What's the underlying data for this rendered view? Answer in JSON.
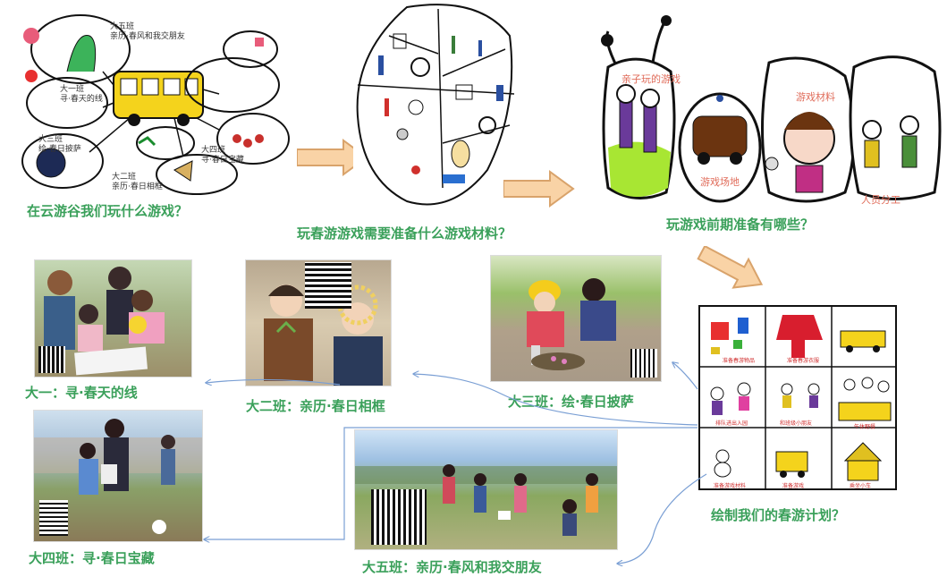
{
  "captions": {
    "step1": "在云游谷我们玩什么游戏？",
    "step2": "玩春游游戏需要准备什么游戏材料？",
    "step3": "玩游戏前期准备有哪些？",
    "step4": "绘制我们的春游计划？",
    "class1": "大一：寻·春天的线",
    "class2": "大二班：亲历·春日相框",
    "class3": "大三班：绘·春日披萨",
    "class4": "大四班：寻·春日宝藏",
    "class5": "大五班：亲历·春风和我交朋友"
  },
  "mindmap_labels": {
    "c5": "大五班",
    "c5b": "亲历·春风和我交朋友",
    "c1": "大一班",
    "c1b": "寻·春天的线",
    "c3": "大三班",
    "c3b": "绘·春日披萨",
    "c4": "大四班",
    "c4b": "寻·春日宝藏",
    "c2": "大二班",
    "c2b": "亲历·春日相框"
  },
  "prep_labels": {
    "parent_game": "亲子玩的游戏",
    "materials": "游戏材料",
    "venue": "游戏场地",
    "staff": "人员分工"
  },
  "plan_labels": {
    "p1": "准备春游物品",
    "p2": "准备春游衣服",
    "p3": "排队进出入园",
    "p4": "和班级小朋友",
    "p5": "午休野餐",
    "p6": "准备游戏材料",
    "p7": "准备游戏",
    "p8": "乘坐小车"
  },
  "colors": {
    "caption_green": "#3aa05a",
    "arrow_fill": "#f9d3a6",
    "arrow_stroke": "#d9a36b",
    "connector_blue": "#7a9fd4",
    "bus_yellow": "#f4d31c",
    "grass_green": "#a8e633"
  }
}
